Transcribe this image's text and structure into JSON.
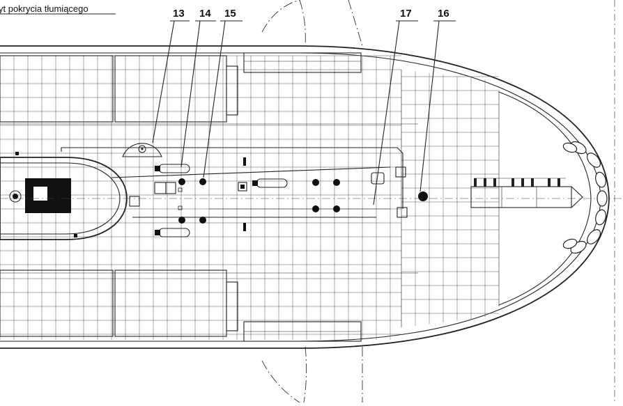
{
  "caption": "yt pokrycia tłumiącego",
  "callouts": [
    {
      "id": "c13",
      "label": "13"
    },
    {
      "id": "c14",
      "label": "14"
    },
    {
      "id": "c15",
      "label": "15"
    },
    {
      "id": "c17",
      "label": "17"
    },
    {
      "id": "c16",
      "label": "16"
    }
  ],
  "colors": {
    "ink": "#222222",
    "background": "#ffffff"
  }
}
